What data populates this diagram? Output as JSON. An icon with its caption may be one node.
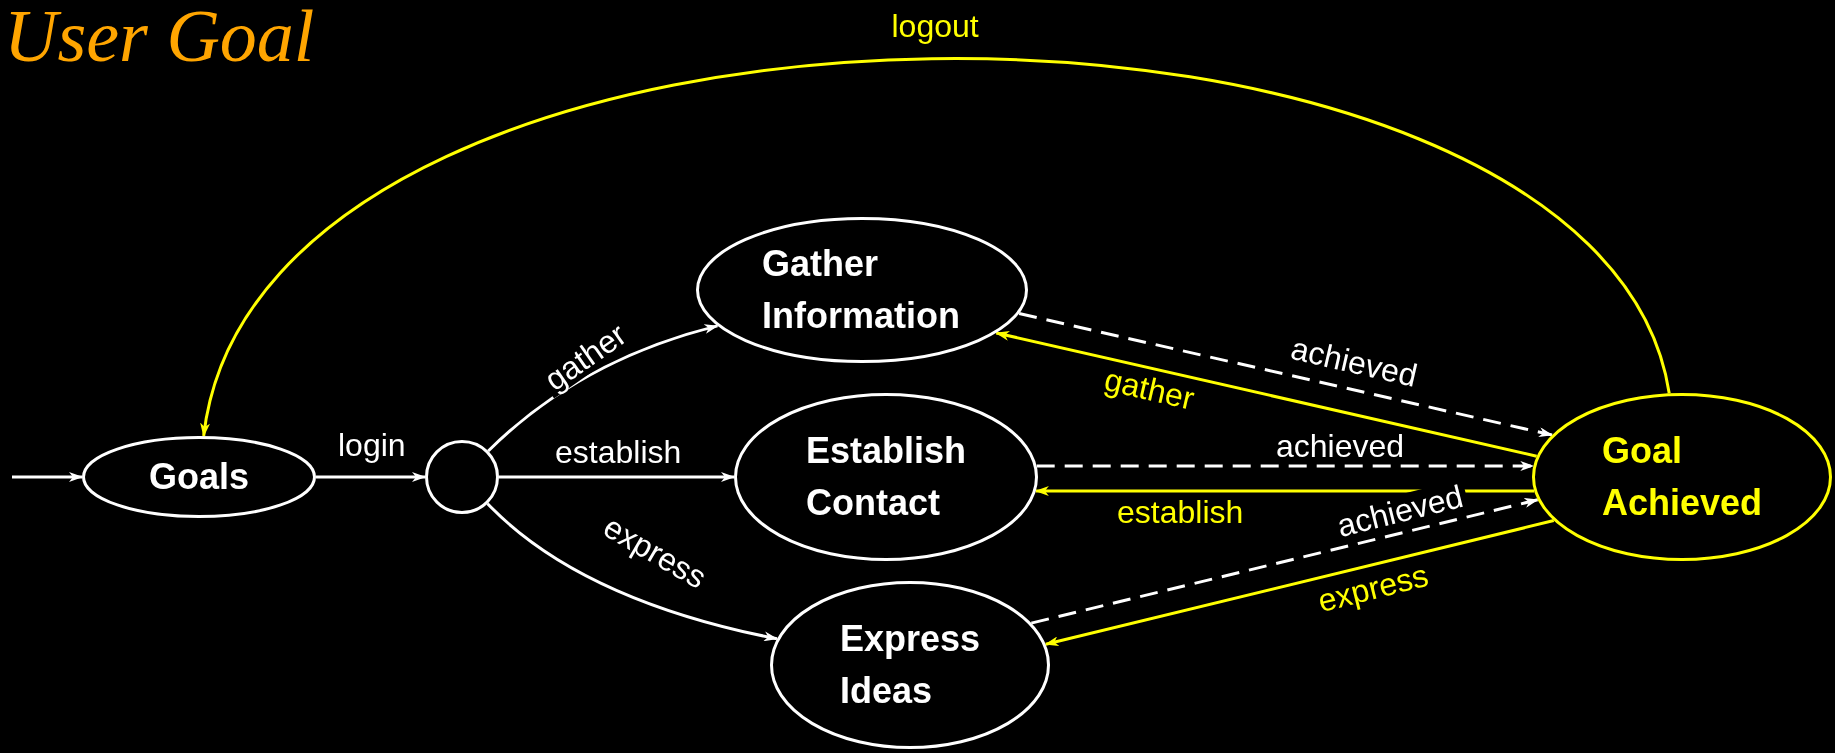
{
  "diagram": {
    "title": "User Goal",
    "nodes": [
      {
        "text": [
          "Goals"
        ]
      },
      {
        "text": [],
        "shape": "circle"
      },
      {
        "text": [
          "Gather Information"
        ]
      },
      {
        "text": [
          "Establish Contact"
        ]
      },
      {
        "text": [
          "Express Ideas"
        ]
      },
      {
        "text": [
          "Goal Achieved"
        ]
      }
    ],
    "edges": [
      {
        "from": null,
        "to": 0,
        "arrow": "to"
      },
      {
        "from": 0,
        "to": 1,
        "arrow": "to",
        "label": "login"
      },
      {
        "from": 1,
        "to": 2,
        "arrow": "to",
        "label": "gather"
      },
      {
        "from": 1,
        "to": 3,
        "arrow": "to",
        "label": "establish"
      },
      {
        "from": 1,
        "to": 4,
        "arrow": "to",
        "label": "express"
      },
      {
        "from": 2,
        "to": 5,
        "arrow": "to",
        "label": "achieved",
        "style": "dashed"
      },
      {
        "from": 5,
        "to": 2,
        "arrow": "to",
        "label": "gather",
        "color": "#ffff00"
      },
      {
        "from": 3,
        "to": 5,
        "arrow": "to",
        "label": "achieved",
        "style": "dashed"
      },
      {
        "from": 5,
        "to": 3,
        "arrow": "to",
        "label": "establish",
        "color": "#ffff00"
      },
      {
        "from": 4,
        "to": 5,
        "arrow": "to",
        "label": "achieved",
        "style": "dashed"
      },
      {
        "from": 5,
        "to": 4,
        "arrow": "to",
        "label": "express",
        "color": "#ffff00"
      },
      {
        "from": 5,
        "to": 0,
        "arrow": "to",
        "label": "logout",
        "color": "#ffff00"
      }
    ]
  }
}
